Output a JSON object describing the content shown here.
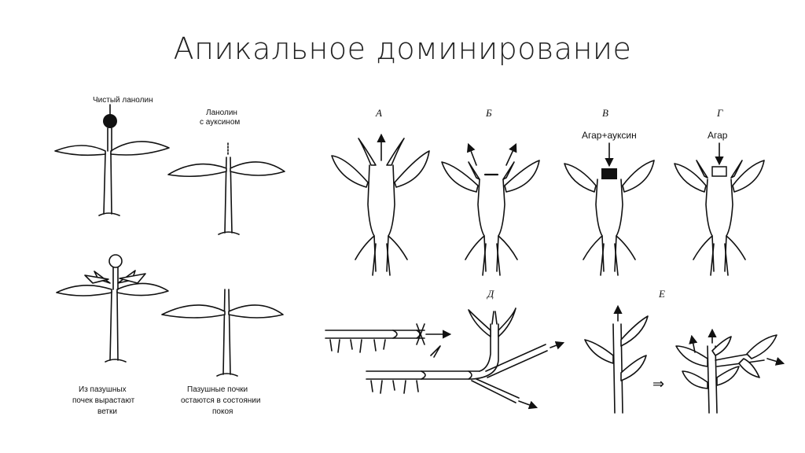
{
  "title": "Апикальное доминирование",
  "left_panel": {
    "top_left_label": "Чистый ланолин",
    "top_right_label_line1": "Ланолин",
    "top_right_label_line2": "с ауксином",
    "bottom_left_caption_line1": "Из пазушных",
    "bottom_left_caption_line2": "почек вырастают",
    "bottom_left_caption_line3": "ветки",
    "bottom_right_caption_line1": "Пазушные почки",
    "bottom_right_caption_line2": "остаются в состоянии",
    "bottom_right_caption_line3": "покоя"
  },
  "right_panel": {
    "letters": [
      "А",
      "Б",
      "В",
      "Г",
      "Д",
      "Е"
    ],
    "agar_auxin_label": "Агар+ауксин",
    "agar_label": "Агар",
    "arrow_symbol": "⇒"
  }
}
